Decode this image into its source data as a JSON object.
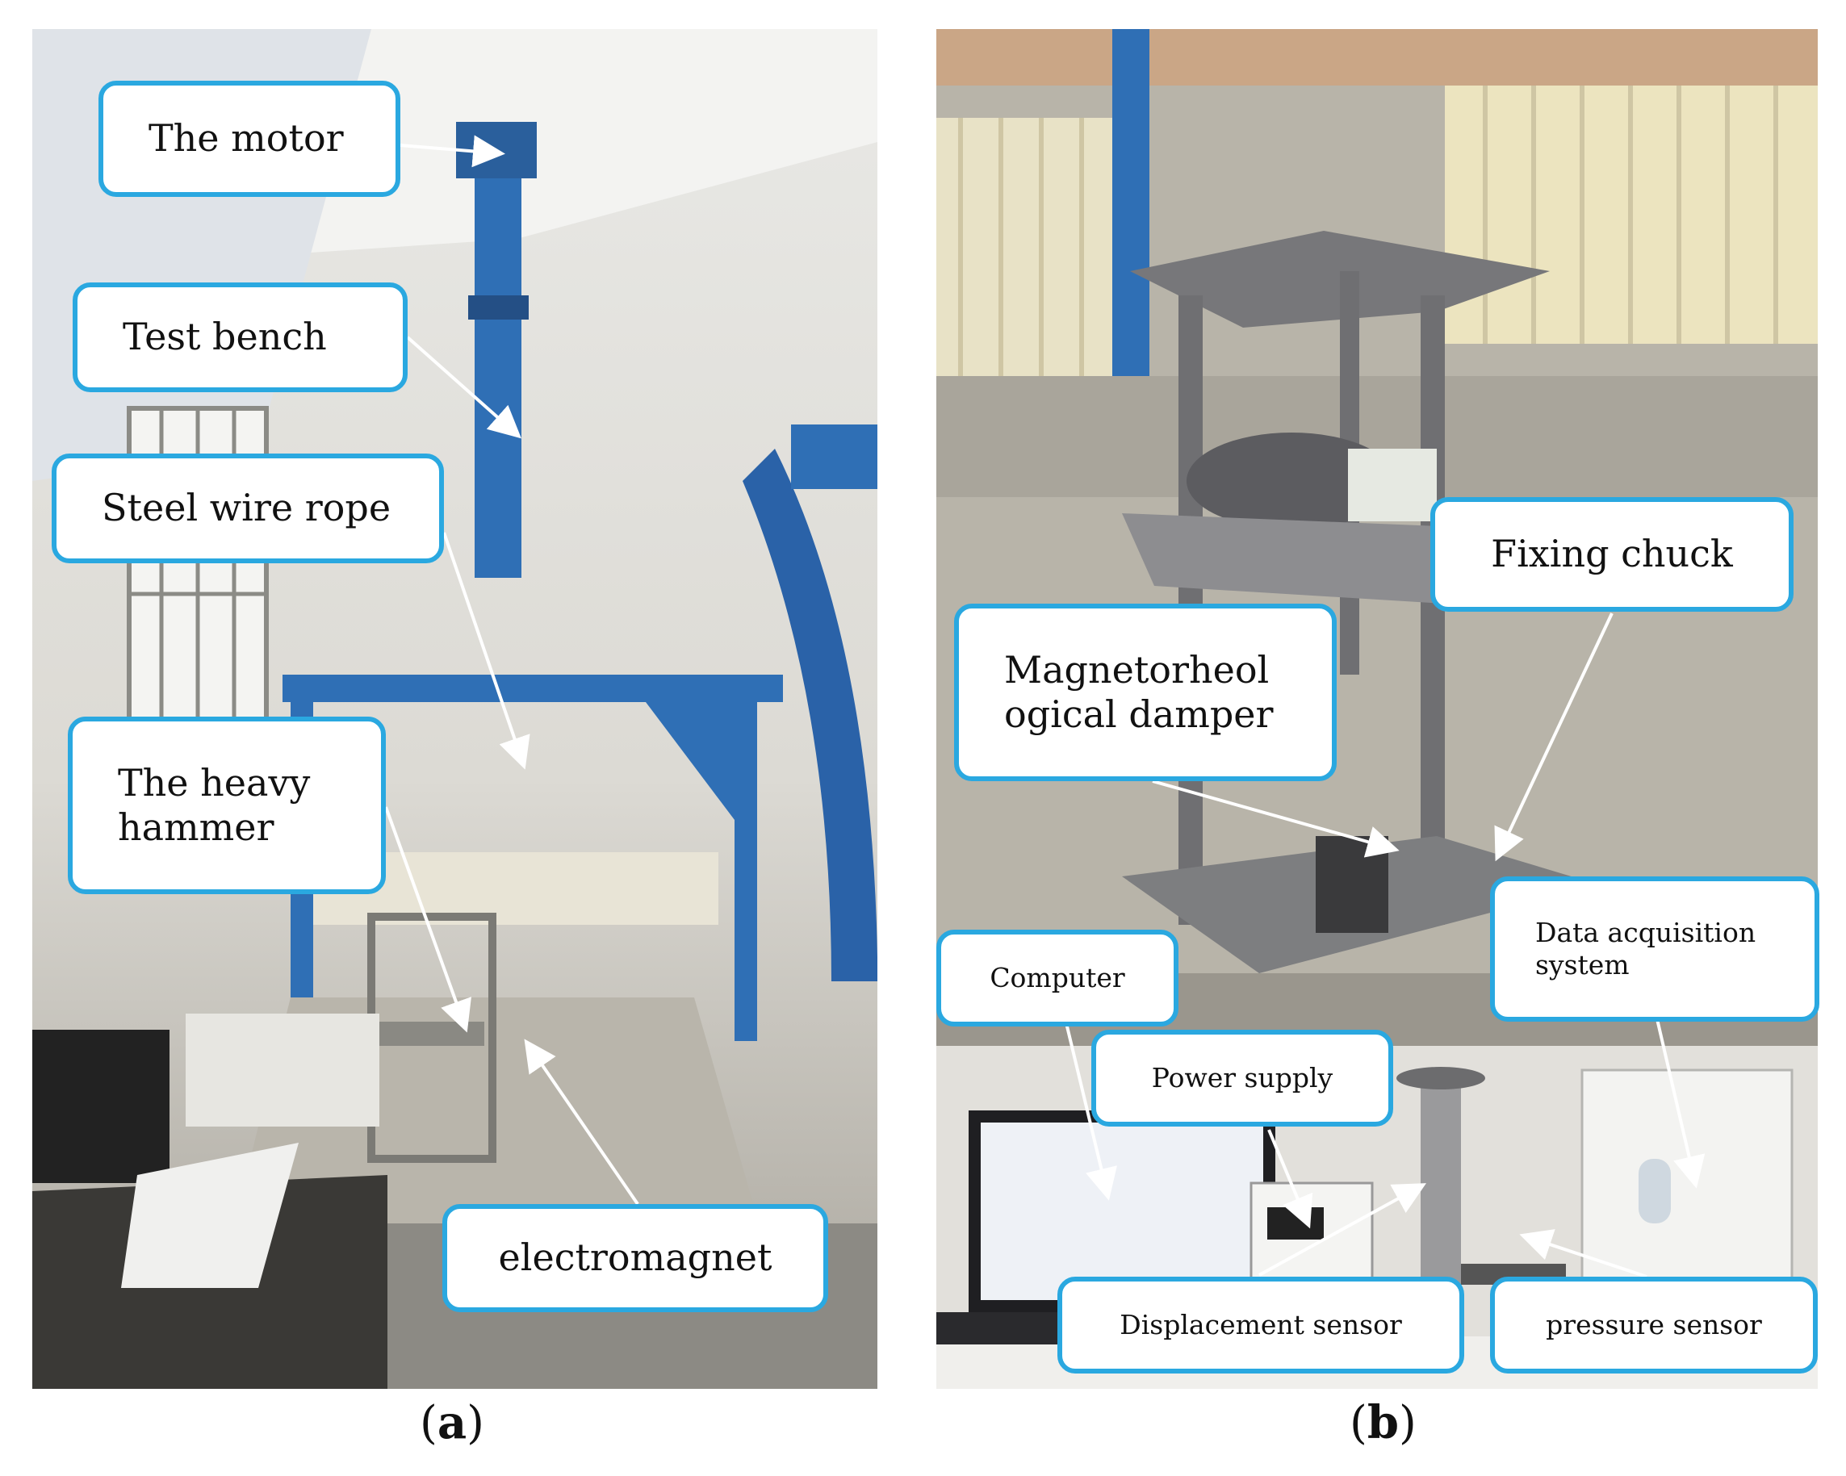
{
  "panel_a": {
    "labels": {
      "motor": "The motor",
      "test_bench": "Test bench",
      "wire_rope": "Steel wire rope",
      "heavy_hammer": "The heavy\nhammer",
      "electromagnet": "electromagnet"
    },
    "caption_letter": "a"
  },
  "panel_b": {
    "labels": {
      "fixing_chuck": "Fixing chuck",
      "mr_damper": "Magnetorheol\nogical damper",
      "computer": "Computer",
      "power_supply": "Power supply",
      "daq": "Data acquisition\nsystem",
      "displacement_sensor": "Displacement sensor",
      "pressure_sensor": "pressure sensor"
    },
    "caption_letter": "b"
  },
  "colors": {
    "callout_border": "#2aa8e0",
    "frame_blue": "#2f6fb5",
    "arrow": "#ffffff"
  }
}
